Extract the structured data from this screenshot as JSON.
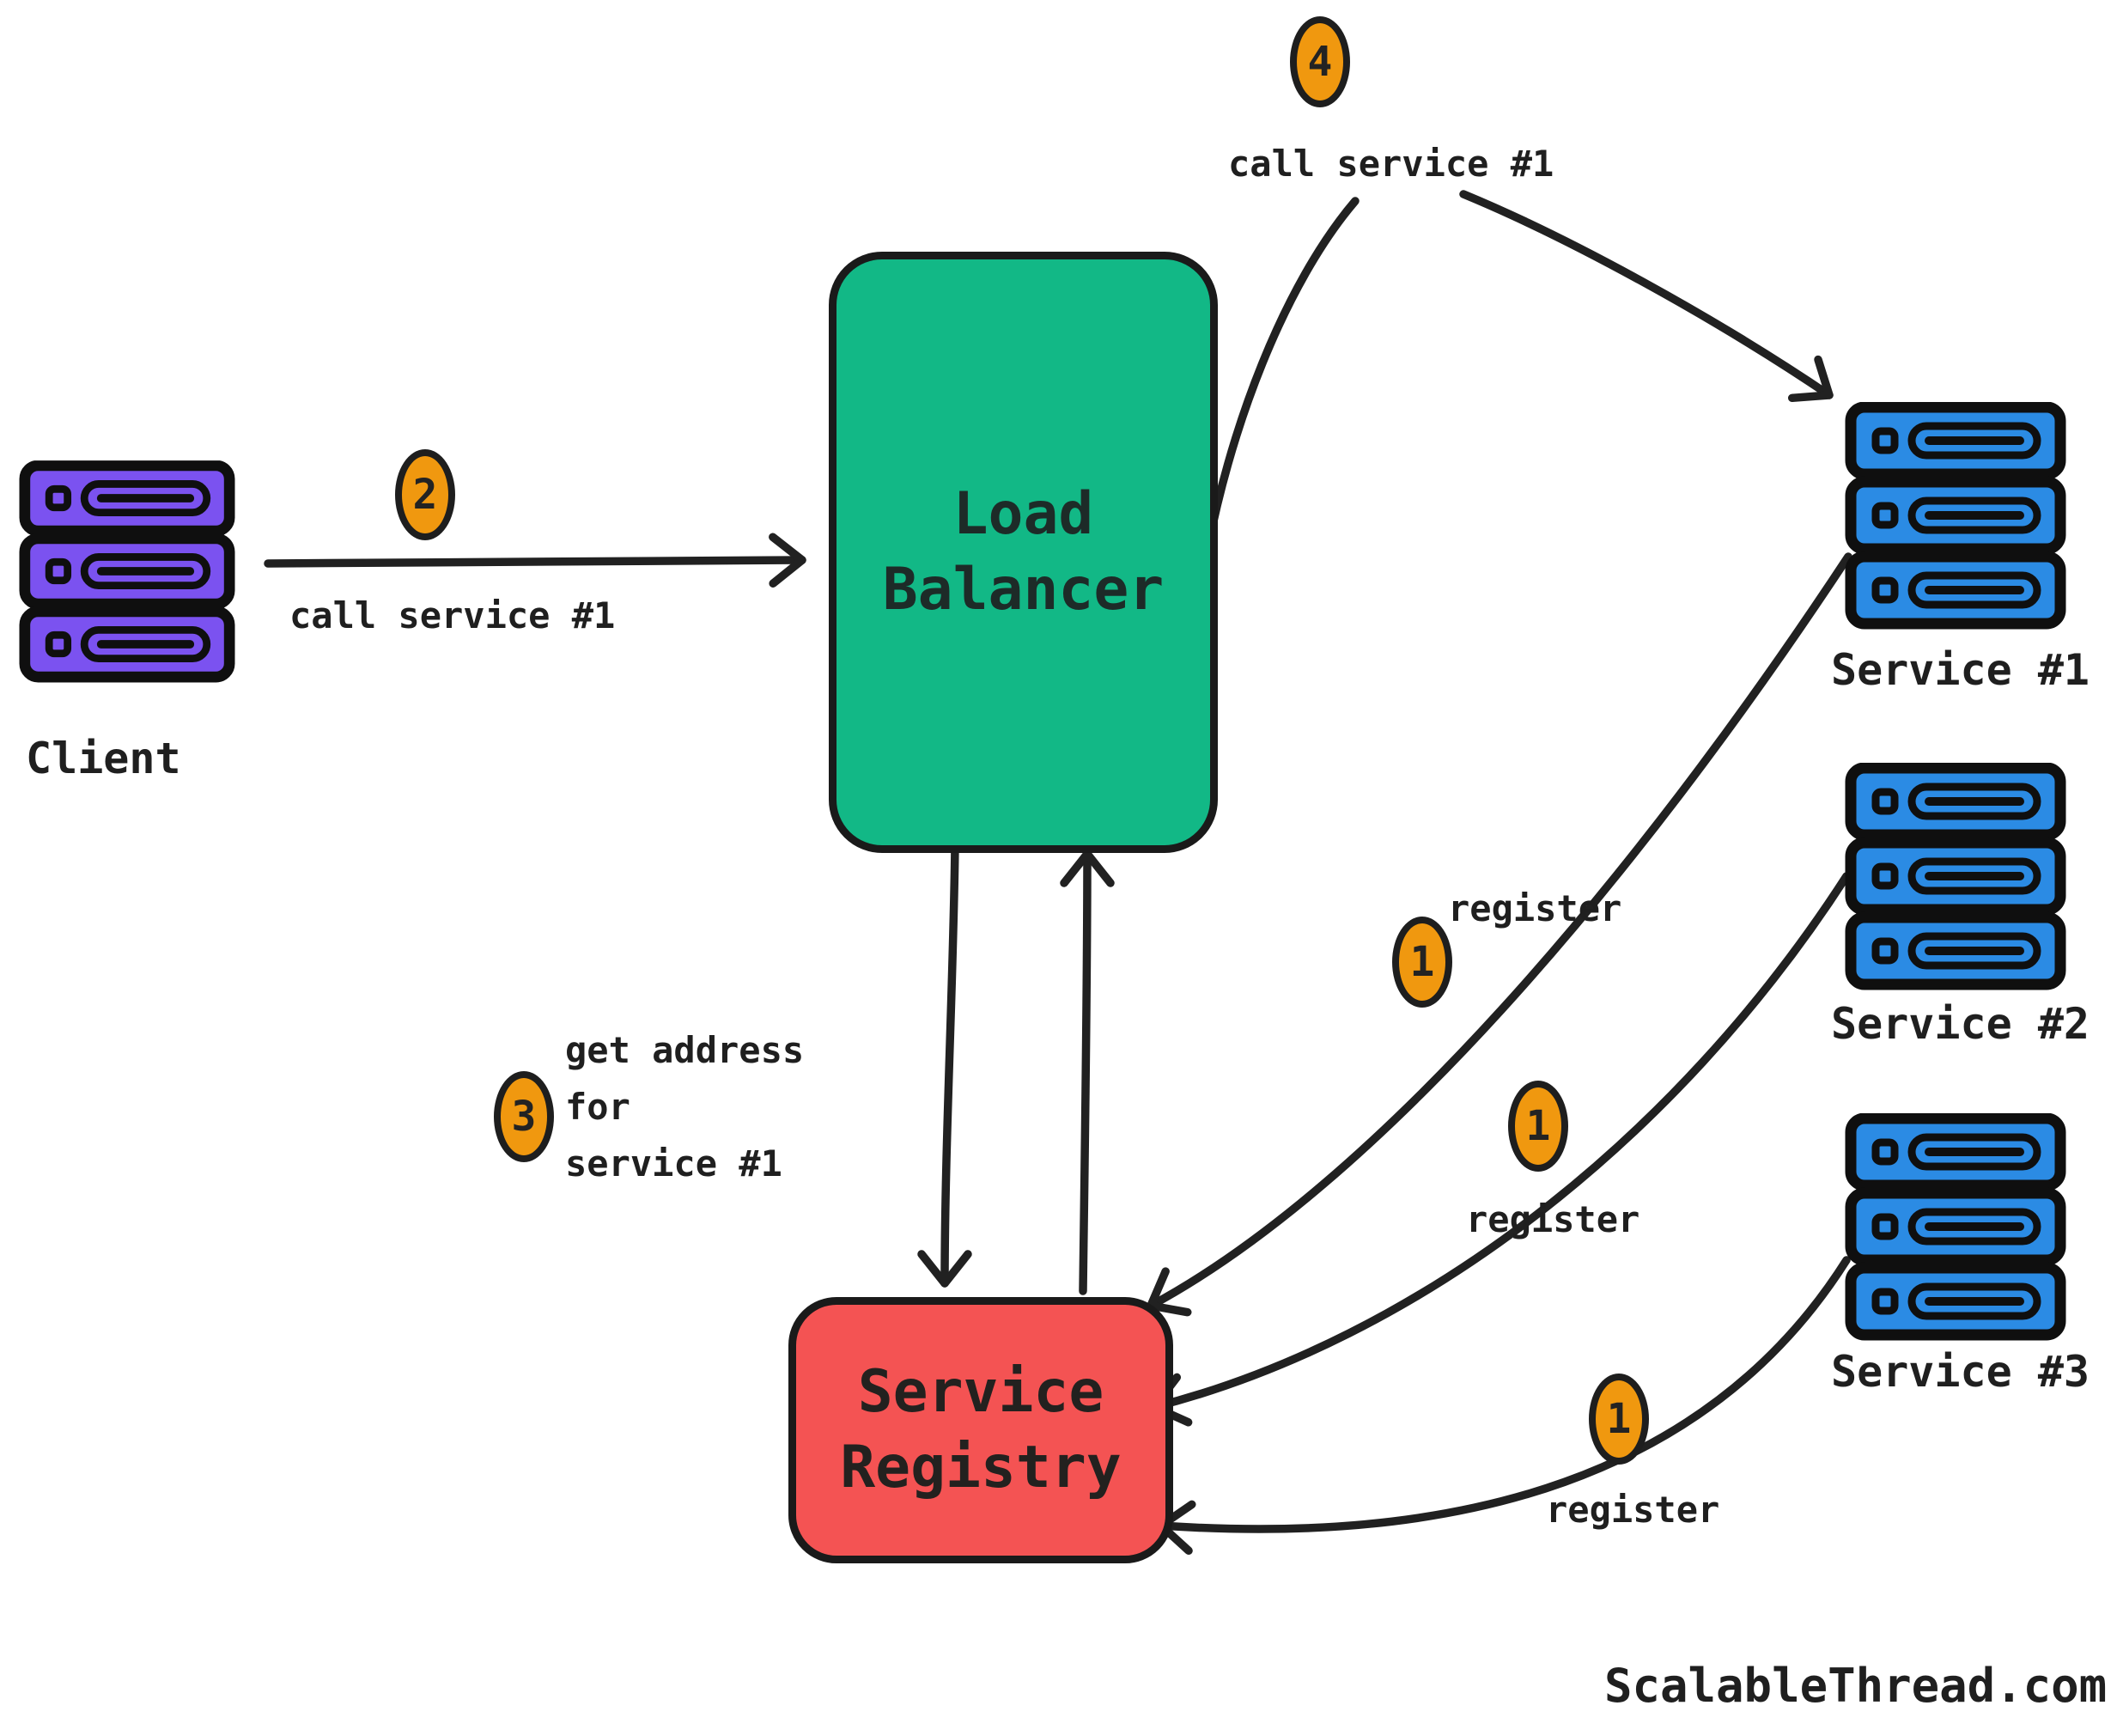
{
  "credit": "ScalableThread.com",
  "colors": {
    "load_balancer": "#12b886",
    "service_registry": "#f45353",
    "service_icon": "#2b8be4",
    "client_icon": "#7b52f0",
    "badge": "#f0980f",
    "ink": "#212121"
  },
  "nodes": {
    "client": {
      "label": "Client"
    },
    "load_balancer": {
      "lines": [
        "Load",
        "Balancer"
      ]
    },
    "service_registry": {
      "lines": [
        "Service",
        "Registry"
      ]
    },
    "services": [
      {
        "label": "Service #1"
      },
      {
        "label": "Service #2"
      },
      {
        "label": "Service #3"
      }
    ]
  },
  "edges": {
    "client_to_lb": {
      "step": "2",
      "label": "call service #1"
    },
    "lb_to_service1": {
      "step": "4",
      "label": "call service #1"
    },
    "lb_to_registry": {
      "step": "3",
      "label_lines": [
        "get address",
        "for",
        "service #1"
      ]
    },
    "service1_to_registry": {
      "step": "1",
      "label": "register"
    },
    "service2_to_registry": {
      "step": "1",
      "label": "register"
    },
    "service3_to_registry": {
      "step": "1",
      "label": "register"
    }
  }
}
